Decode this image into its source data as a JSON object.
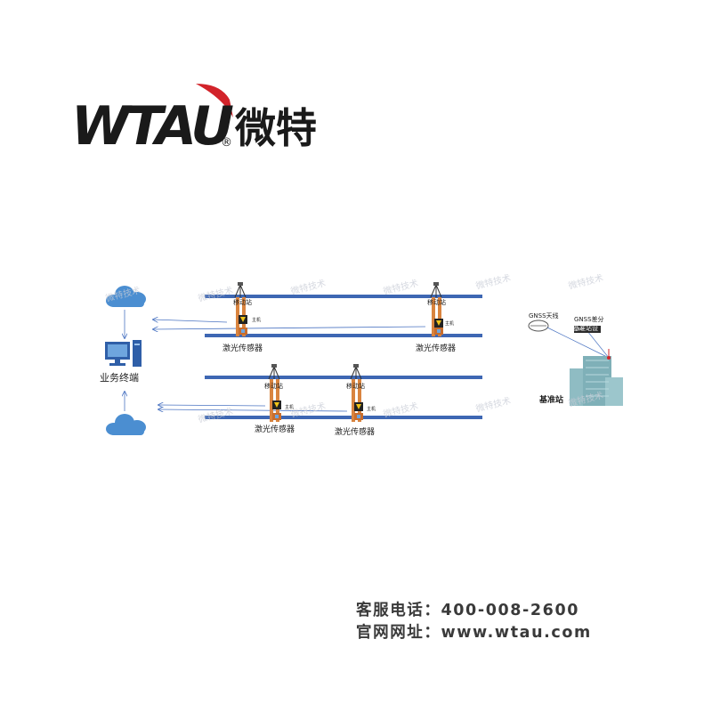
{
  "brand": {
    "logo_latin": "WTAU",
    "logo_registered": "®",
    "logo_cjk": "微特"
  },
  "diagram": {
    "terminal_label": "业务终端",
    "mobile_station_label": "移动站",
    "laser_sensor_label": "激光传感器",
    "host_label": "主机",
    "gnss_antenna_label": "GNSS天线",
    "gnss_diff_label": "GNSS差分",
    "gnss_device_label": "基准站设",
    "base_station_label": "基准站",
    "watermark": "微特技术"
  },
  "contact": {
    "phone_line": "客服电话：400-008-2600",
    "web_line": "官网网址：www.wtau.com"
  },
  "colors": {
    "rail_blue": "#3e67b3",
    "cloud_blue": "#4b8ed1",
    "logo_red": "#d2232a",
    "logo_black": "#1a1a1a",
    "pole_orange": "#d9843f",
    "building_teal": "#7fb0b8"
  }
}
